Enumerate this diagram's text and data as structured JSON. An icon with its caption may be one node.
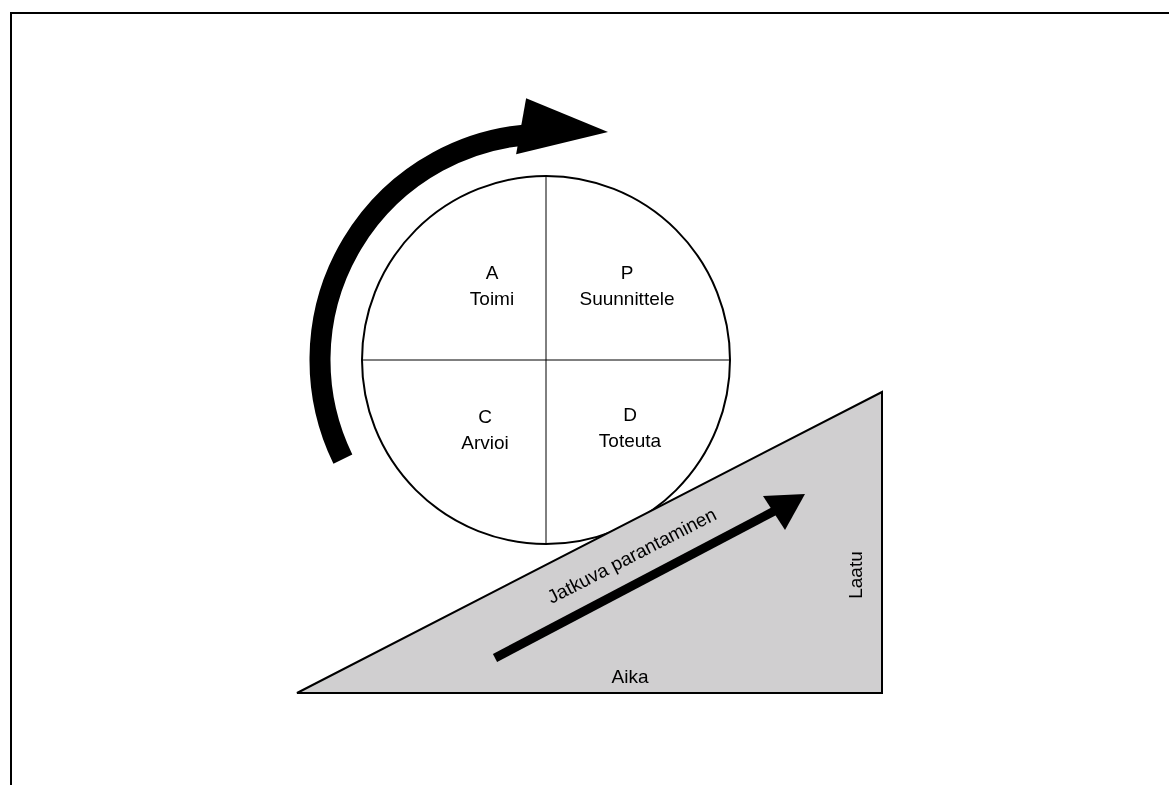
{
  "diagram": {
    "nodes": [
      {
        "text": [],
        "shape": "circle"
      },
      {
        "text": [
          "A",
          "Toimi"
        ],
        "in": 0
      },
      {
        "text": [
          "P",
          "Suunnittele"
        ],
        "in": 0
      },
      {
        "text": [
          "C",
          "Arvioi"
        ],
        "in": 0
      },
      {
        "text": [
          "D",
          "Toteuta"
        ],
        "in": 0
      },
      {
        "text": [
          "Jatkuva parantaminen",
          "Aika",
          "Laatu"
        ]
      }
    ]
  }
}
